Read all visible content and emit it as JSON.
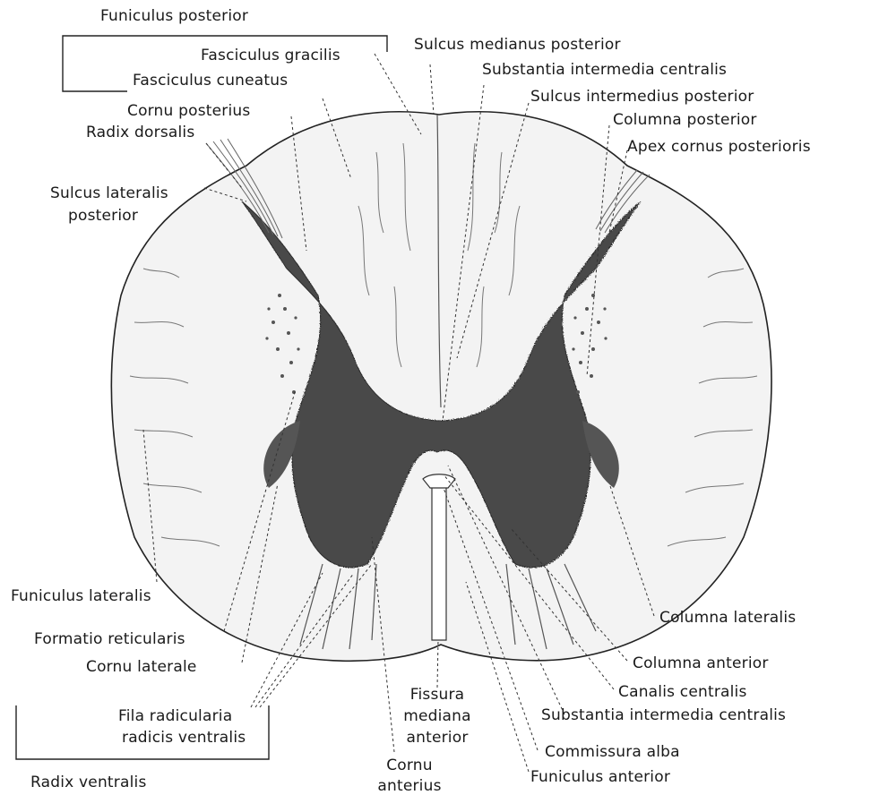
{
  "colors": {
    "ink": "#1a1a1a",
    "white_matter": "#f3f3f3",
    "gray_matter": "#4a4a4a",
    "leader": "#333333"
  },
  "labels": {
    "funiculus_posterior": "Funiculus posterior",
    "fasciculus_gracilis": "Fasciculus gracilis",
    "sulcus_medianus_posterior": "Sulcus medianus posterior",
    "substantia_intermedia_centralis_top": "Substantia intermedia centralis",
    "fasciculus_cuneatus": "Fasciculus cuneatus",
    "sulcus_intermedius_posterior": "Sulcus intermedius posterior",
    "cornu_posterius": "Cornu posterius",
    "columna_posterior": "Columna posterior",
    "radix_dorsalis": "Radix dorsalis",
    "apex_cornus_posterioris": "Apex cornus posterioris",
    "sulcus_lateralis_line1": "Sulcus lateralis",
    "sulcus_lateralis_line2": "posterior",
    "funiculus_lateralis": "Funiculus lateralis",
    "columna_lateralis": "Columna lateralis",
    "formatio_reticularis": "Formatio reticularis",
    "cornu_laterale": "Cornu laterale",
    "columna_anterior": "Columna anterior",
    "fissura_line1": "Fissura",
    "fissura_line2": "mediana",
    "fissura_line3": "anterior",
    "canalis_centralis": "Canalis centralis",
    "fila_line1": "Fila radicularia",
    "fila_line2": "radicis  ventralis",
    "substantia_intermedia_centralis_bottom": "Substantia intermedia centralis",
    "commissura_alba": "Commissura alba",
    "cornu_anterius_line1": "Cornu",
    "cornu_anterius_line2": "anterius",
    "funiculus_anterior": "Funiculus anterior",
    "radix_ventralis": "Radix ventralis"
  }
}
